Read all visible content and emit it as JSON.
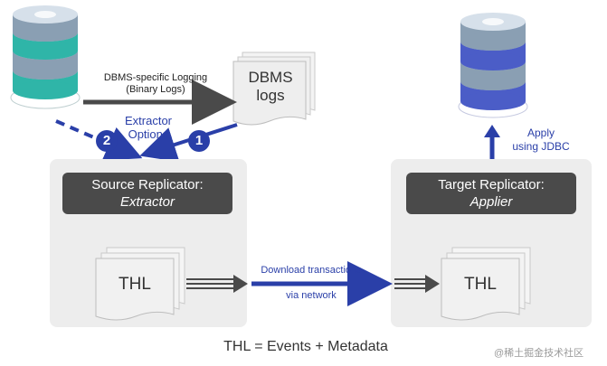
{
  "flow": {
    "dbms_logging_line1": "DBMS-specific Logging",
    "dbms_logging_line2": "(Binary Logs)",
    "dbms_logs_line1": "DBMS",
    "dbms_logs_line2": "logs",
    "extractor_options_line1": "Extractor",
    "extractor_options_line2": "Options",
    "badge_1": "1",
    "badge_2": "2",
    "apply_line1": "Apply",
    "apply_line2": "using JDBC",
    "download_line1": "Download transactions",
    "download_line2": "via network"
  },
  "source": {
    "title_line1": "Source Replicator:",
    "title_line2": "Extractor",
    "thl_label": "THL"
  },
  "target": {
    "title_line1": "Target Replicator:",
    "title_line2": "Applier",
    "thl_label": "THL"
  },
  "footer": {
    "equation": "THL = Events + Metadata",
    "watermark": "@稀土掘金技术社区"
  },
  "colors": {
    "accent_blue": "#2a3fa8",
    "source_db": "#2fb5a8",
    "target_db": "#4b5dc7",
    "panel_gray": "#ededed",
    "dark_box": "#4a4a4a"
  }
}
